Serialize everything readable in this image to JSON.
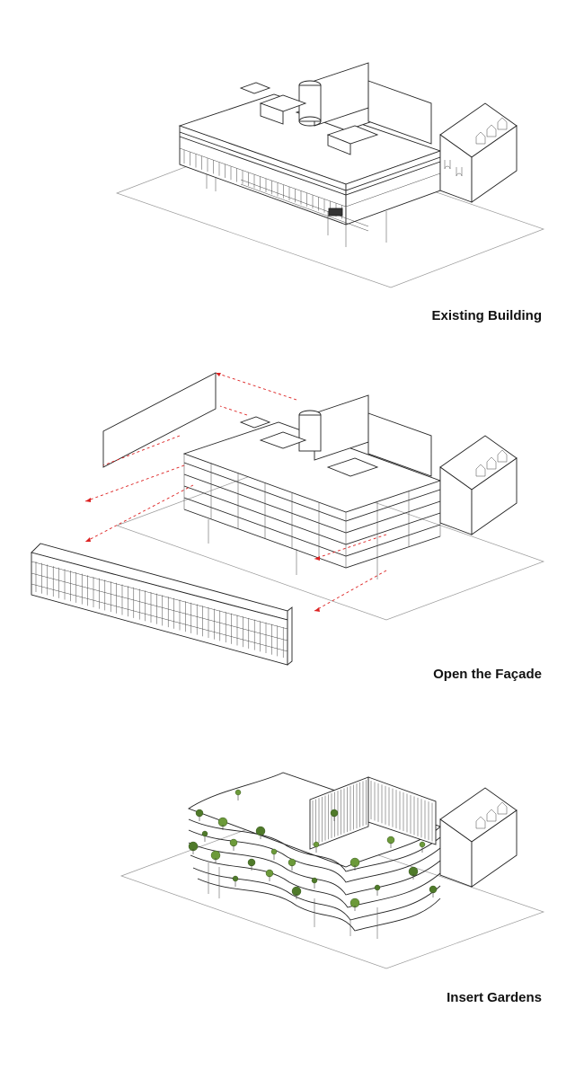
{
  "diagram": {
    "steps": [
      {
        "caption": "Existing Building"
      },
      {
        "caption": "Open the Façade"
      },
      {
        "caption": "Insert Gardens"
      }
    ]
  },
  "colors": {
    "line": "#222222",
    "arrow": "#dd2222",
    "garden": "#4f7a2a",
    "background": "#ffffff"
  }
}
